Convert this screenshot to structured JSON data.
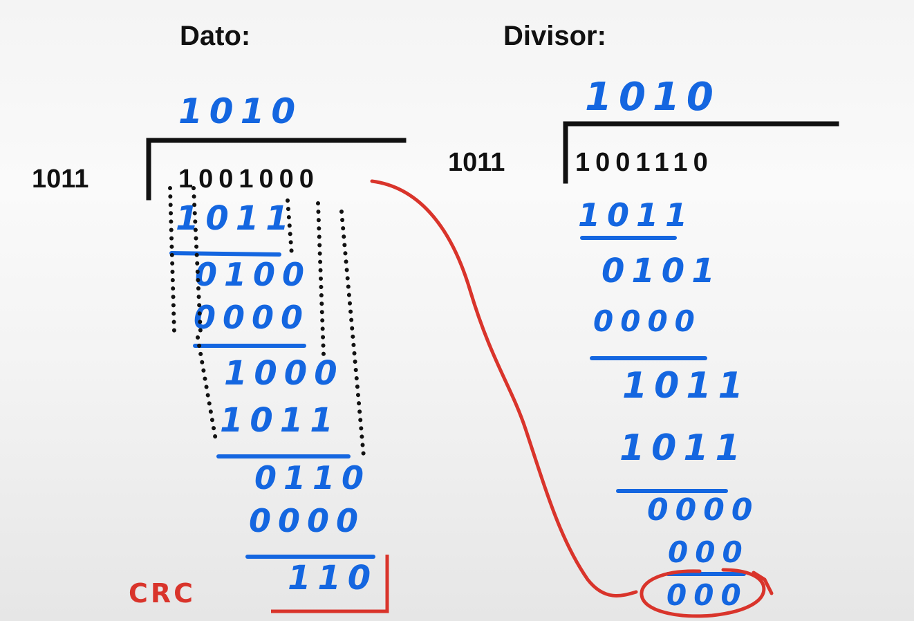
{
  "headings": {
    "dato": "Dato:",
    "divisor": "Divisor:"
  },
  "left": {
    "quotient": "1010",
    "divisor": "1011",
    "dividend": "1001000",
    "steps": [
      "1011",
      "0100",
      "0000",
      "1000",
      "1011",
      "0110",
      "0000",
      "110"
    ],
    "crc_label": "CRC"
  },
  "right": {
    "quotient": "1010",
    "divisor": "1011",
    "dividend": "1001110",
    "steps": [
      "1011",
      "0101",
      "0000",
      "1011",
      "1011",
      "0000",
      "000",
      "000"
    ]
  },
  "colors": {
    "ink": "#111111",
    "blue": "#1466e0",
    "red": "#d9342b"
  }
}
